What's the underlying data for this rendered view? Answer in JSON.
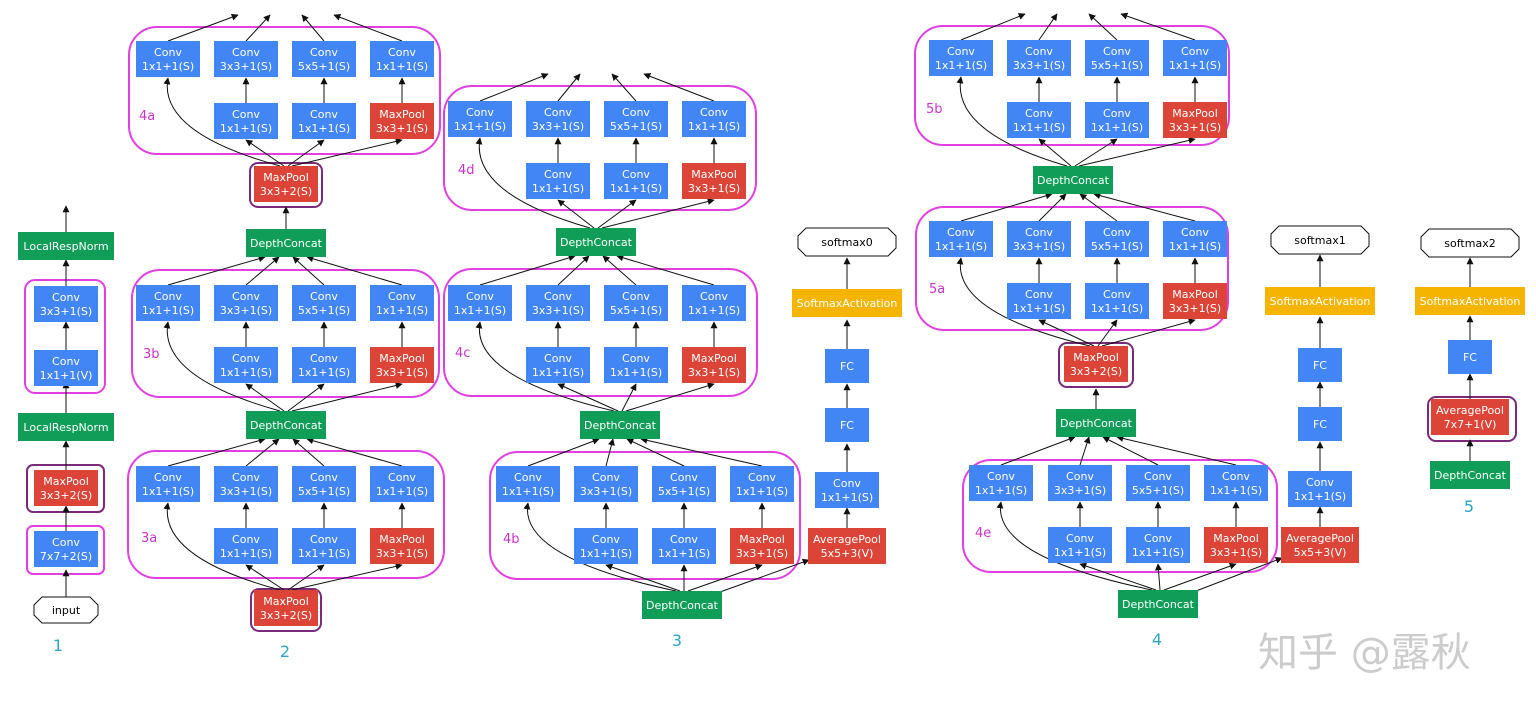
{
  "labels": {
    "conv": "Conv",
    "maxpool": "MaxPool",
    "avgpool": "AveragePool",
    "depthconcat": "DepthConcat",
    "lrn": "LocalRespNorm",
    "fc": "FC",
    "softmax_activation": "SoftmaxActivation",
    "input": "input",
    "softmax0": "softmax0",
    "softmax1": "softmax1",
    "softmax2": "softmax2",
    "k1s1": "1x1+1(S)",
    "k3s1": "3x3+1(S)",
    "k5s1": "5x5+1(S)",
    "k1v": "1x1+1(V)",
    "k3s2": "3x3+2(S)",
    "k7s2": "7x7+2(S)",
    "k5s3v": "5x5+3(V)",
    "k7v": "7x7+1(V)"
  },
  "modules": {
    "m3a": "3a",
    "m3b": "3b",
    "m4a": "4a",
    "m4b": "4b",
    "m4c": "4c",
    "m4d": "4d",
    "m4e": "4e",
    "m5a": "5a",
    "m5b": "5b"
  },
  "parts": {
    "p1": "1",
    "p2": "2",
    "p3": "3",
    "p4": "4",
    "p5": "5"
  },
  "watermark": "知乎 @露秋",
  "colors": {
    "conv": "#4285f4",
    "pool": "#db4437",
    "concat": "#0f9d58",
    "norm": "#0f9d58",
    "activation": "#f4b400",
    "module_outline": "#e23fe2",
    "pool_outline": "#7b2a7b",
    "part_label": "#2aa6c7"
  }
}
